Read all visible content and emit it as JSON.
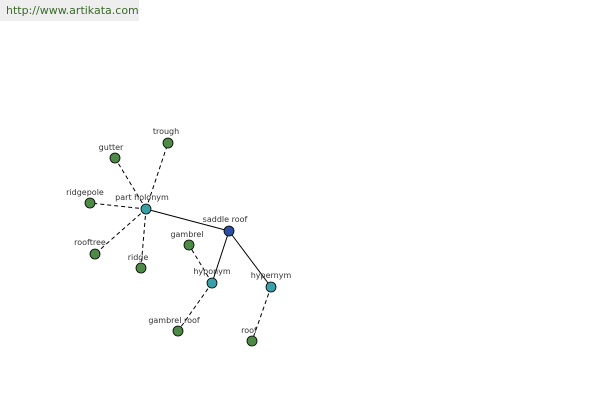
{
  "banner": {
    "url_text": "http://www.artikata.com"
  },
  "colors": {
    "leaf": "#4d8a46",
    "relation": "#3aa0a8",
    "center": "#2c4fa3",
    "outline": "#000000"
  },
  "graph": {
    "nodes": [
      {
        "id": "saddle-roof",
        "label": "saddle roof",
        "kind": "center"
      },
      {
        "id": "part-holonym",
        "label": "part holonym",
        "kind": "relation"
      },
      {
        "id": "hyponym",
        "label": "hyponym",
        "kind": "relation"
      },
      {
        "id": "hypernym",
        "label": "hypernym",
        "kind": "relation"
      },
      {
        "id": "trough",
        "label": "trough",
        "kind": "leaf"
      },
      {
        "id": "gutter",
        "label": "gutter",
        "kind": "leaf"
      },
      {
        "id": "ridgepole",
        "label": "ridgepole",
        "kind": "leaf"
      },
      {
        "id": "rooftree",
        "label": "rooftree",
        "kind": "leaf"
      },
      {
        "id": "ridge",
        "label": "ridge",
        "kind": "leaf"
      },
      {
        "id": "gambrel",
        "label": "gambrel",
        "kind": "leaf"
      },
      {
        "id": "gambrel-roof",
        "label": "gambrel roof",
        "kind": "leaf"
      },
      {
        "id": "roof",
        "label": "roof",
        "kind": "leaf"
      }
    ],
    "edges": [
      {
        "from": "saddle-roof",
        "to": "part-holonym",
        "style": "solid"
      },
      {
        "from": "saddle-roof",
        "to": "hyponym",
        "style": "solid"
      },
      {
        "from": "saddle-roof",
        "to": "hypernym",
        "style": "solid"
      },
      {
        "from": "part-holonym",
        "to": "trough",
        "style": "dashed"
      },
      {
        "from": "part-holonym",
        "to": "gutter",
        "style": "dashed"
      },
      {
        "from": "part-holonym",
        "to": "ridgepole",
        "style": "dashed"
      },
      {
        "from": "part-holonym",
        "to": "rooftree",
        "style": "dashed"
      },
      {
        "from": "part-holonym",
        "to": "ridge",
        "style": "dashed"
      },
      {
        "from": "hyponym",
        "to": "gambrel",
        "style": "dashed"
      },
      {
        "from": "hyponym",
        "to": "gambrel-roof",
        "style": "dashed"
      },
      {
        "from": "hypernym",
        "to": "roof",
        "style": "dashed"
      }
    ]
  }
}
